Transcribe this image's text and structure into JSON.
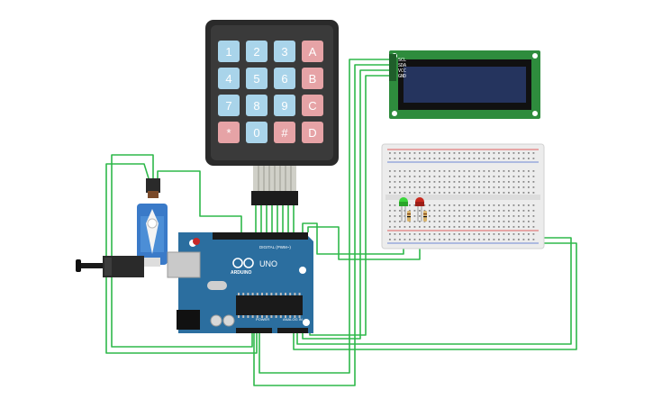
{
  "colors": {
    "wire": "#2eb84a",
    "keypad_body": "#2a2a2a",
    "key_blue": "#a9d4ea",
    "key_red": "#e6a3a6",
    "lcd_board": "#2e8c3d",
    "lcd_screen": "#25345e",
    "arduino_board": "#2b6e9f",
    "breadboard": "#ececec",
    "led_green": "#3bd43b",
    "led_red": "#c8281e"
  },
  "keypad": {
    "rows": [
      [
        {
          "label": "1",
          "type": "num"
        },
        {
          "label": "2",
          "type": "num"
        },
        {
          "label": "3",
          "type": "num"
        },
        {
          "label": "A",
          "type": "letter"
        }
      ],
      [
        {
          "label": "4",
          "type": "num"
        },
        {
          "label": "5",
          "type": "num"
        },
        {
          "label": "6",
          "type": "num"
        },
        {
          "label": "B",
          "type": "letter"
        }
      ],
      [
        {
          "label": "7",
          "type": "num"
        },
        {
          "label": "8",
          "type": "num"
        },
        {
          "label": "9",
          "type": "num"
        },
        {
          "label": "C",
          "type": "letter"
        }
      ],
      [
        {
          "label": "*",
          "type": "letter"
        },
        {
          "label": "0",
          "type": "num"
        },
        {
          "label": "#",
          "type": "letter"
        },
        {
          "label": "D",
          "type": "letter"
        }
      ]
    ]
  },
  "arduino": {
    "brand": "ARDUINO",
    "model": "UNO",
    "digital_label": "DIGITAL (PWM~)",
    "power_label": "POWER",
    "analog_label": "ANALOG IN"
  },
  "lcd": {
    "pin_labels": [
      "SCL",
      "SDA",
      "VCC",
      "GND"
    ]
  }
}
